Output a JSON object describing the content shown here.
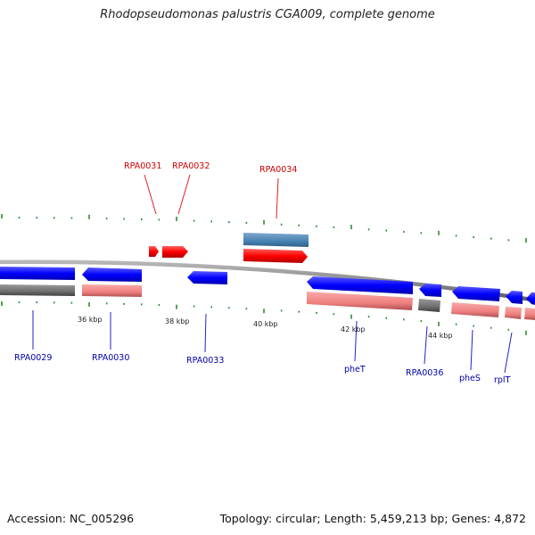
{
  "title": "Rhodopseudomonas palustris CGA009, complete genome",
  "footer": {
    "accession": "Accession: NC_005296",
    "topology": "Topology: circular; Length: 5,459,213 bp; Genes: 4,872"
  },
  "colors": {
    "backbone": "#8a8a8a",
    "tick": "#2e8b2e",
    "forward_gene": "#ff0000",
    "reverse_gene": "#0000ff",
    "rna_gene": "#4682b4",
    "cds_pink": "#f08080",
    "cds_gray": "#707070",
    "label_red": "#cc0000",
    "label_blue": "#0000aa"
  },
  "scale_labels": [
    "36 kbp",
    "38 kbp",
    "40 kbp",
    "42 kbp",
    "44 kbp"
  ],
  "gene_labels": {
    "top": [
      "RPA0031",
      "RPA0032",
      "RPA0034"
    ],
    "bottom": [
      "RPA0029",
      "RPA0030",
      "RPA0033",
      "pheT",
      "RPA0036",
      "pheS",
      "rplT"
    ]
  }
}
